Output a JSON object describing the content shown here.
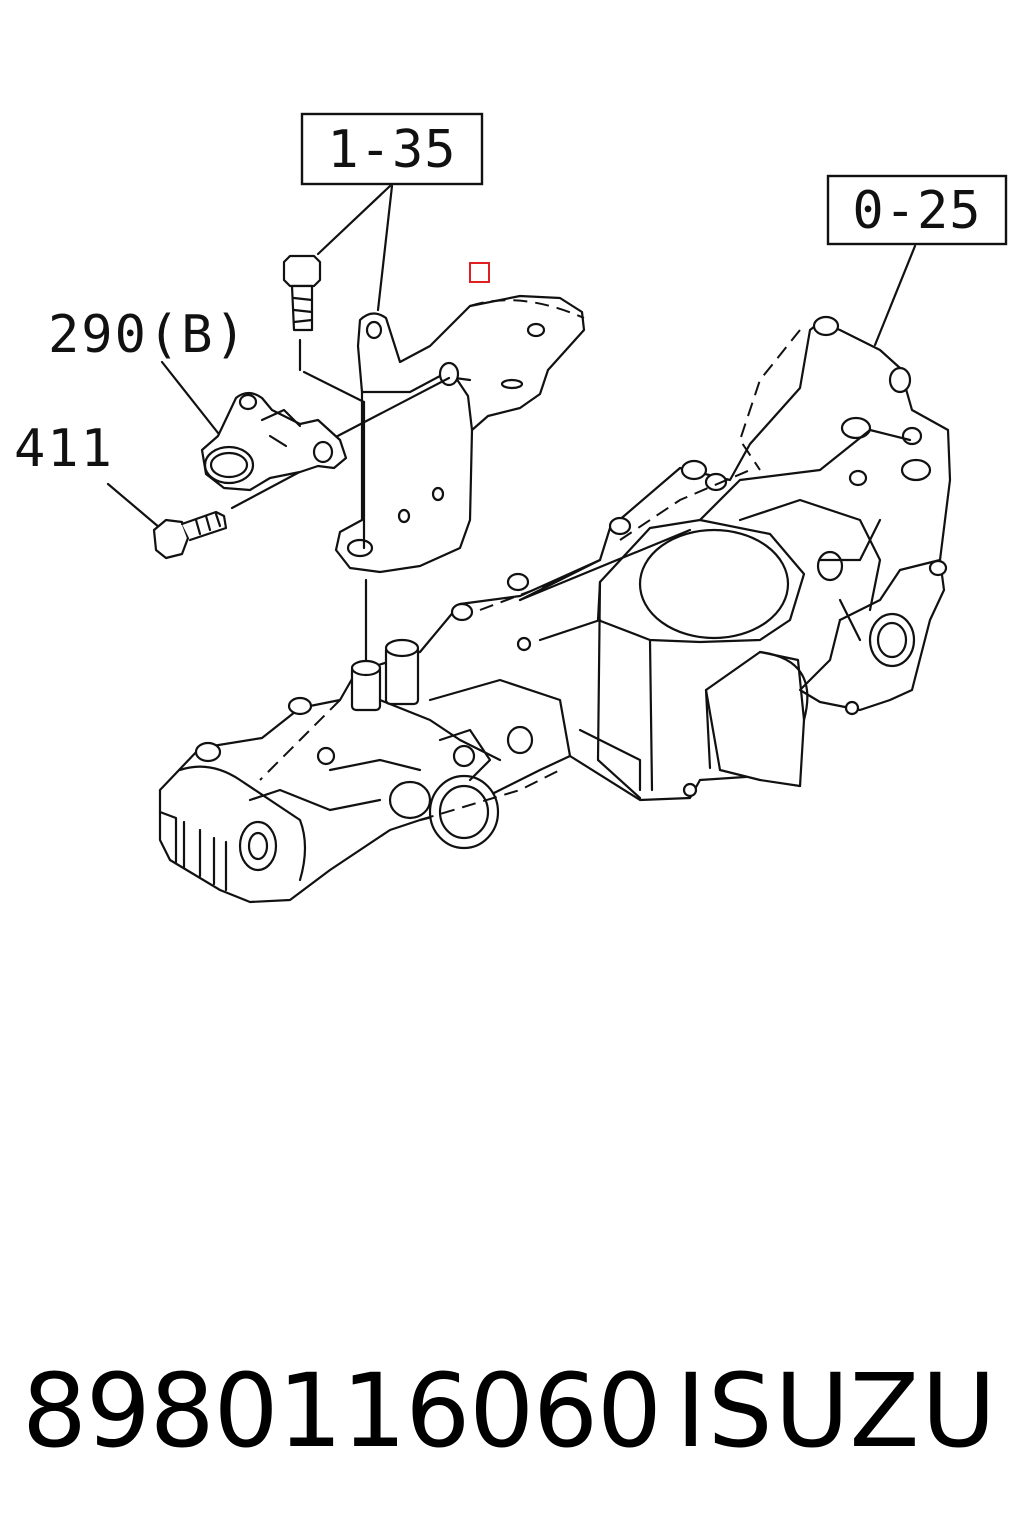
{
  "callouts": {
    "bracket_ref": "1-35",
    "manifold_ref": "0-25",
    "sensor_ref": "290(B)",
    "bolt_ref": "411"
  },
  "footer": {
    "part_number": "8980116060",
    "brand": "ISUZU"
  },
  "colors": {
    "line": "#111111",
    "marker": "#e02020",
    "background": "#ffffff"
  }
}
